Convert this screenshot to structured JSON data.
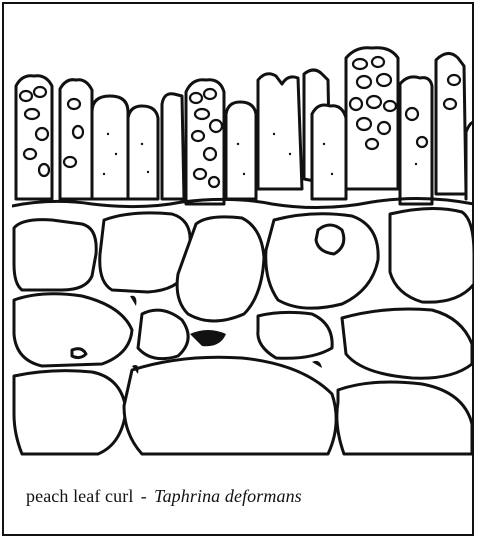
{
  "figure": {
    "caption": {
      "common_name": "peach leaf curl",
      "separator": "-",
      "scientific_name": "Taphrina deformans"
    },
    "colors": {
      "ink": "#111111",
      "paper": "#ffffff"
    },
    "illustration": "cross-section drawing of leaf tissue with fungal asci on the surface"
  }
}
